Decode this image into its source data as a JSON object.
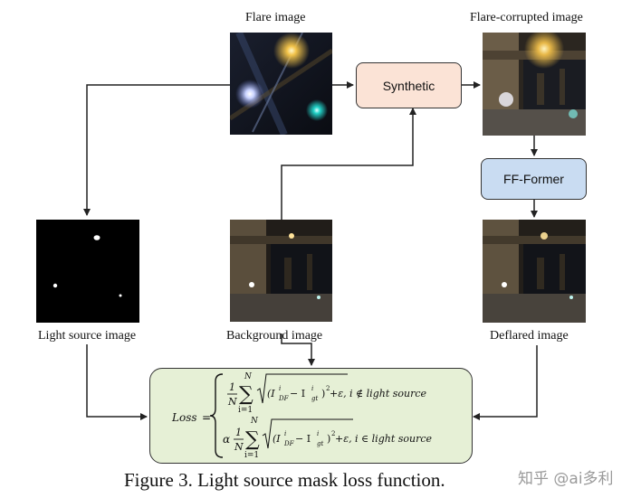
{
  "labels": {
    "flare_image": "Flare image",
    "flare_corrupted_image": "Flare-corrupted  image",
    "light_source_image": "Light source image",
    "background_image": "Background image",
    "deflared_image": "Deflared image"
  },
  "modules": {
    "synthetic": "Synthetic",
    "ff_former": "FF-Former"
  },
  "loss": {
    "name": "Loss",
    "equals": "=",
    "one": "1",
    "N": "N",
    "sum_top": "N",
    "sum_bottom": "i=1",
    "sigma": "∑",
    "alpha": "α",
    "term": "(I",
    "sup_i": "i",
    "sub_df": "DF",
    "minus": " − I",
    "sub_gt": "gt",
    "tail": ")",
    "squared": "2",
    "eps": "+ε,",
    "cond1": "i ∉ light source",
    "cond2": "i ∈ light source"
  },
  "caption": "Figure 3. Light source mask loss function.",
  "watermark": "知乎 @ai多利",
  "colors": {
    "synthetic_fill": "#fbe3d6",
    "ff_former_fill": "#c9dcf2",
    "loss_fill": "#e6f0d6",
    "line": "#222222"
  }
}
